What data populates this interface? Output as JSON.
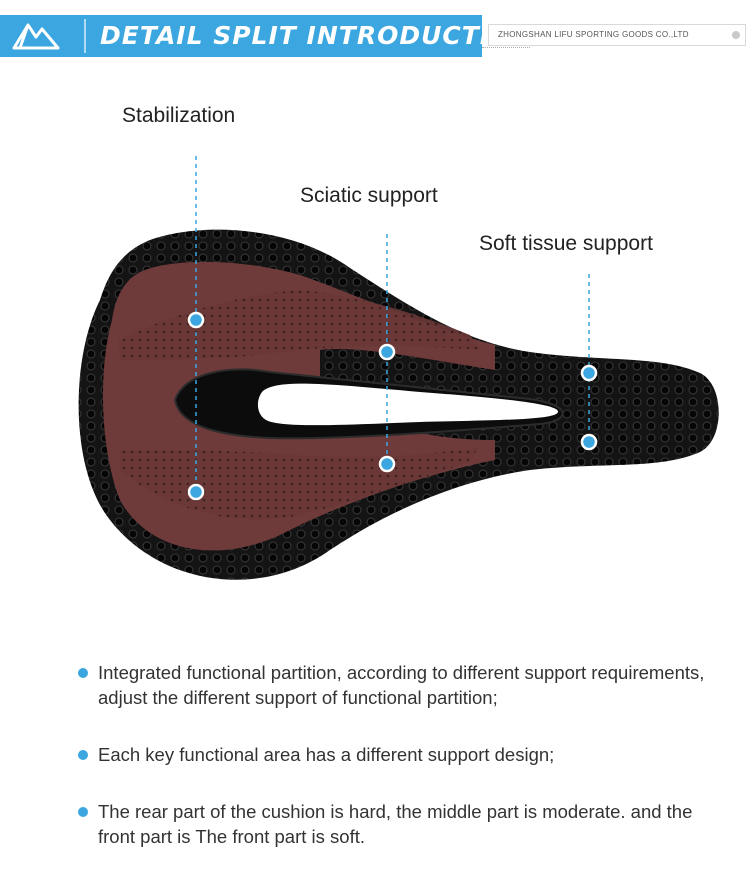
{
  "banner": {
    "title": "DETAIL SPLIT INTRODUCTION",
    "company": "ZHONGSHAN LIFU SPORTING GOODS CO.,LTD",
    "logo": "mountain-logo-icon"
  },
  "callouts": {
    "stabilization": "Stabilization",
    "sciatic": "Sciatic support",
    "soft_tissue": "Soft tissue support"
  },
  "bullets": [
    "Integrated functional partition, according to different support requirements, adjust the different support of functional partition;",
    "Each key functional area has a different support design;",
    "The rear part of the cushion is hard, the middle part is moderate. and the front part is The front part is soft."
  ],
  "colors": {
    "accent": "#3ba6df",
    "saddle_shell": "#151515",
    "saddle_leather": "#6e3a3a"
  }
}
